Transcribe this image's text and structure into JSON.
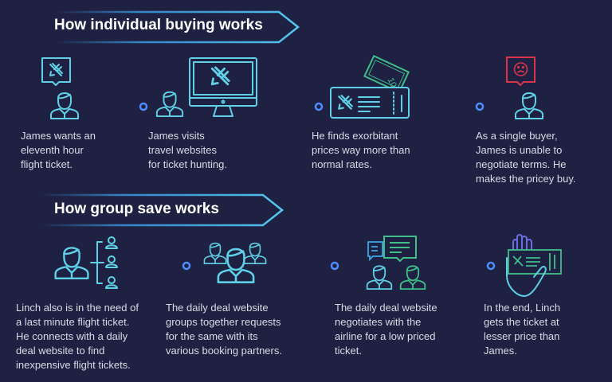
{
  "sections": [
    {
      "title": "How individual buying works",
      "steps": [
        {
          "icon": "person-with-flight-bubble-icon",
          "lines": [
            "James wants an",
            "eleventh hour",
            "flight ticket."
          ]
        },
        {
          "icon": "person-at-monitor-icon",
          "lines": [
            "James visits",
            "travel websites",
            "for ticket hunting."
          ]
        },
        {
          "icon": "ticket-with-money-icon",
          "money_label": "100",
          "lines": [
            "He finds exorbitant",
            "prices way more than",
            "normal rates."
          ]
        },
        {
          "icon": "sad-person-icon",
          "lines": [
            "As a single buyer,",
            "James is unable to",
            "negotiate terms. He",
            "makes the pricey buy."
          ]
        }
      ]
    },
    {
      "title": "How group save works",
      "steps": [
        {
          "icon": "person-network-icon",
          "lines": [
            "Linch also is in the need of",
            "a last minute flight ticket.",
            "He connects with a daily",
            "deal website to find",
            "inexpensive flight tickets."
          ]
        },
        {
          "icon": "group-icon",
          "lines": [
            "The daily deal website",
            "groups together requests",
            "for the same with its",
            "various booking partners."
          ]
        },
        {
          "icon": "negotiation-icon",
          "lines": [
            "The daily deal website",
            "negotiates with the",
            "airline for a low priced",
            "ticket."
          ]
        },
        {
          "icon": "hand-ticket-icon",
          "lines": [
            "In the end, Linch",
            "gets the ticket at",
            "lesser price than",
            "James."
          ]
        }
      ]
    }
  ],
  "colors": {
    "background": "#1f2142",
    "icon": "#5fd0e6",
    "connector": "#3f7cf0",
    "sad": "#d8344a",
    "money": "#3fbf8a"
  }
}
